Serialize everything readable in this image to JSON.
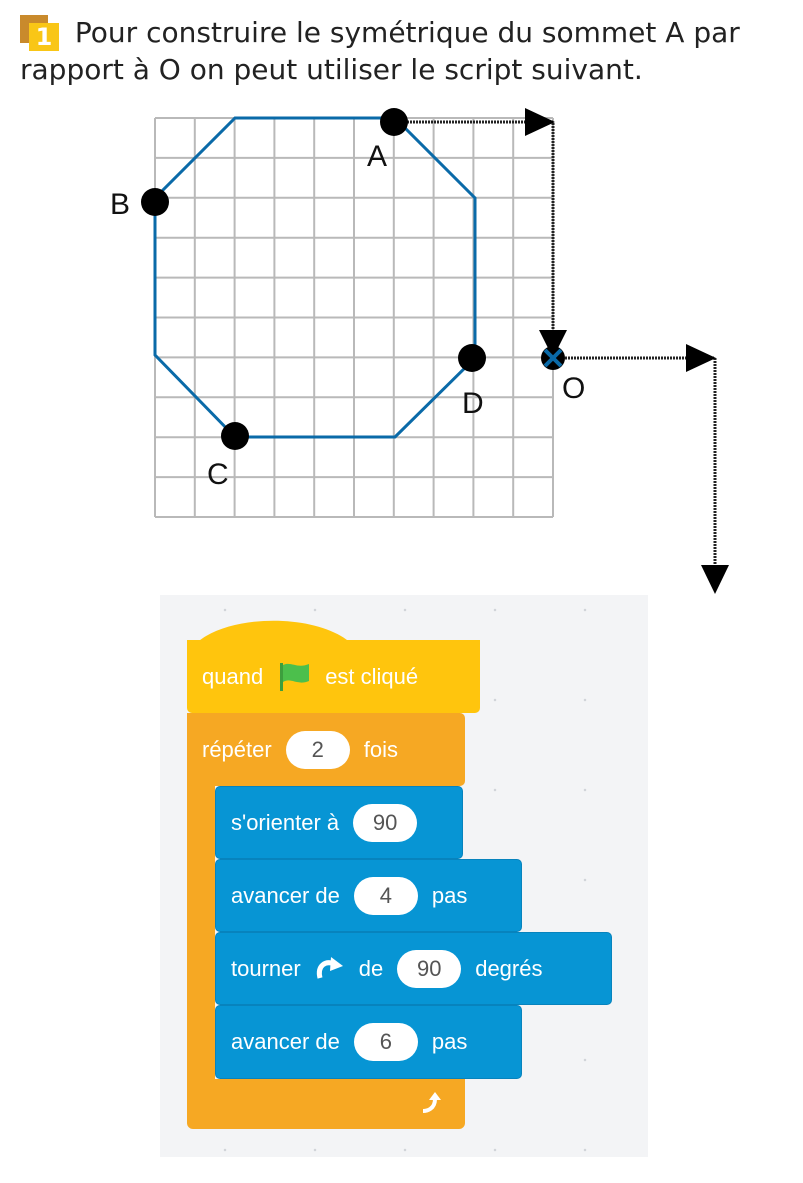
{
  "exercise": {
    "number": "1",
    "text_line1": "Pour construire le symétrique du sommet A par",
    "text_line2": "rapport à O on peut utiliser le script suivant."
  },
  "figure": {
    "points": {
      "A": "A",
      "B": "B",
      "C": "C",
      "D": "D",
      "O": "O"
    },
    "colors": {
      "octagon": "#0a6aa8",
      "grid": "#b9b9b9",
      "points": "#000000"
    }
  },
  "script": {
    "hat": {
      "before": "quand",
      "after": "est cliqué",
      "icon": "green-flag-icon"
    },
    "repeat": {
      "label": "répéter",
      "value": "2",
      "suffix": "fois"
    },
    "blocks": [
      {
        "label": "s'orienter à",
        "value": "90",
        "suffix": ""
      },
      {
        "label": "avancer de",
        "value": "4",
        "suffix": "pas"
      },
      {
        "label": "tourner",
        "mid": "de",
        "value": "90",
        "suffix": "degrés",
        "icon": "rotate-right-icon"
      },
      {
        "label": "avancer de",
        "value": "6",
        "suffix": "pas"
      }
    ],
    "colors": {
      "events": "#ffc50d",
      "control": "#f6a823",
      "motion": "#0795d4"
    }
  }
}
